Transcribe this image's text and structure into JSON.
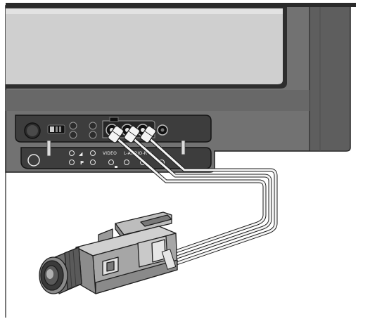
{
  "figure": {
    "panel_text": {
      "volume_icon": "◢",
      "program_label": "P",
      "video_label": "VIDEO",
      "audio_label": "L-AUDIO-R",
      "jack_number": "3"
    },
    "colors": {
      "tv_body": "#6f6f6f",
      "tv_side": "#5a5a5a",
      "screen": "#cfcfcf",
      "screen_border": "#3a3a3a",
      "panel": "#3b3b3b",
      "outline": "#1e1e1e",
      "cable": "#f4f4f4",
      "camcorder_body": "#9a9a9a",
      "camcorder_light": "#c8c8c8",
      "camcorder_dark": "#4a4a4a"
    },
    "icons": [
      "power-icon",
      "tv-screen-icon",
      "camcorder-icon",
      "rca-jack-icon",
      "headphone-jack-icon",
      "volume-icon"
    ]
  }
}
